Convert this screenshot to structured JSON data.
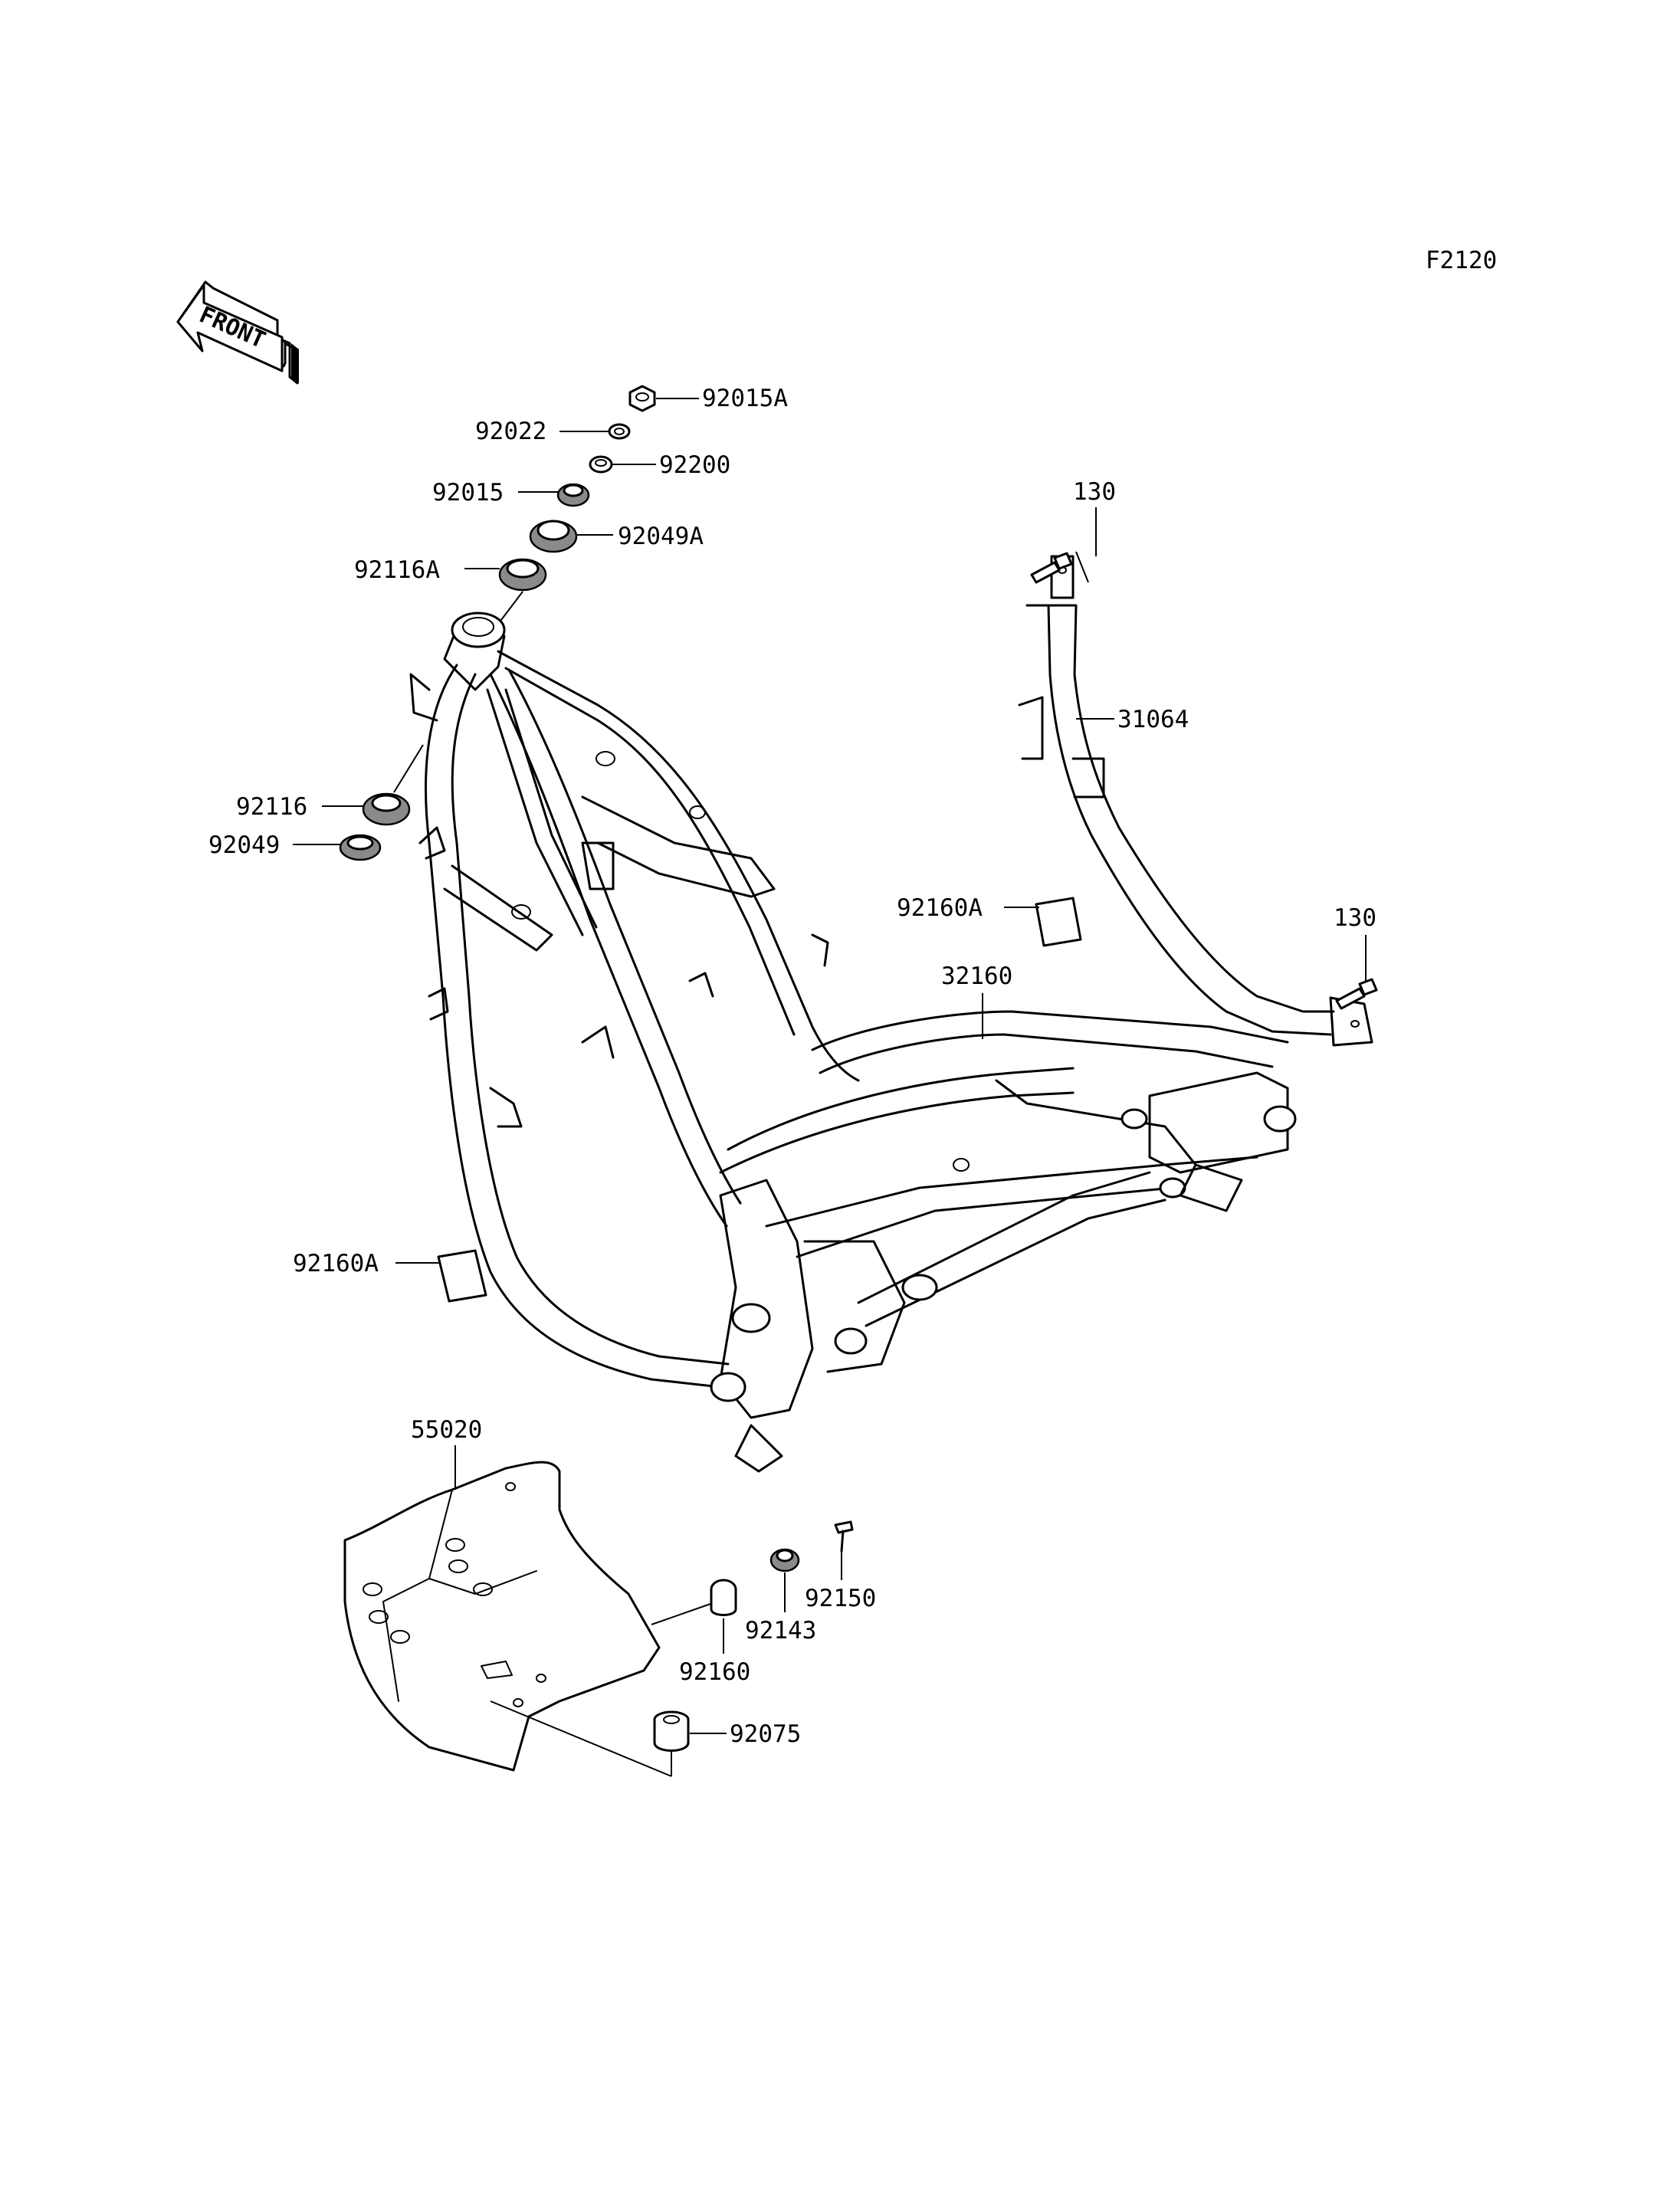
{
  "figure_code": "F2120",
  "front_arrow_label": "FRONT",
  "callouts": {
    "c92015A": "92015A",
    "c92022": "92022",
    "c92200": "92200",
    "c92015": "92015",
    "c92049A": "92049A",
    "c92116A": "92116A",
    "c92116": "92116",
    "c92049": "92049",
    "c130_top": "130",
    "c31064": "31064",
    "c92160A_right": "92160A",
    "c130_right": "130",
    "c32160": "32160",
    "c92160A_left": "92160A",
    "c55020": "55020",
    "c92150": "92150",
    "c92143": "92143",
    "c92160": "92160",
    "c92075": "92075"
  },
  "icons": [
    "front-arrow-icon",
    "frame-main",
    "frame-subframe",
    "skid-plate",
    "fasteners"
  ]
}
